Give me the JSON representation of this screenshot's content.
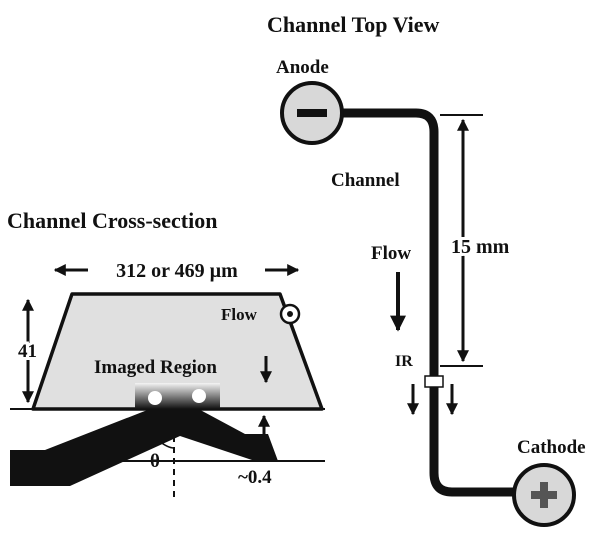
{
  "top_view": {
    "title": "Channel Top View",
    "anode_label": "Anode",
    "anode_symbol": "−",
    "cathode_label": "Cathode",
    "cathode_symbol": "+",
    "channel_label": "Channel",
    "flow_label": "Flow",
    "length_label": "15 mm",
    "ir_label": "IR"
  },
  "cross_section": {
    "title": "Channel Cross-section",
    "width_label": "312 or 469 µm",
    "height_label": "41",
    "flow_label": "Flow",
    "imaged_region_label": "Imaged Region",
    "angle_label": "θ",
    "offset_label": "~0.4"
  },
  "colors": {
    "electrode_fill": "#d8d8d8",
    "channel_fill": "#e0e0e0",
    "ink": "#111111"
  }
}
